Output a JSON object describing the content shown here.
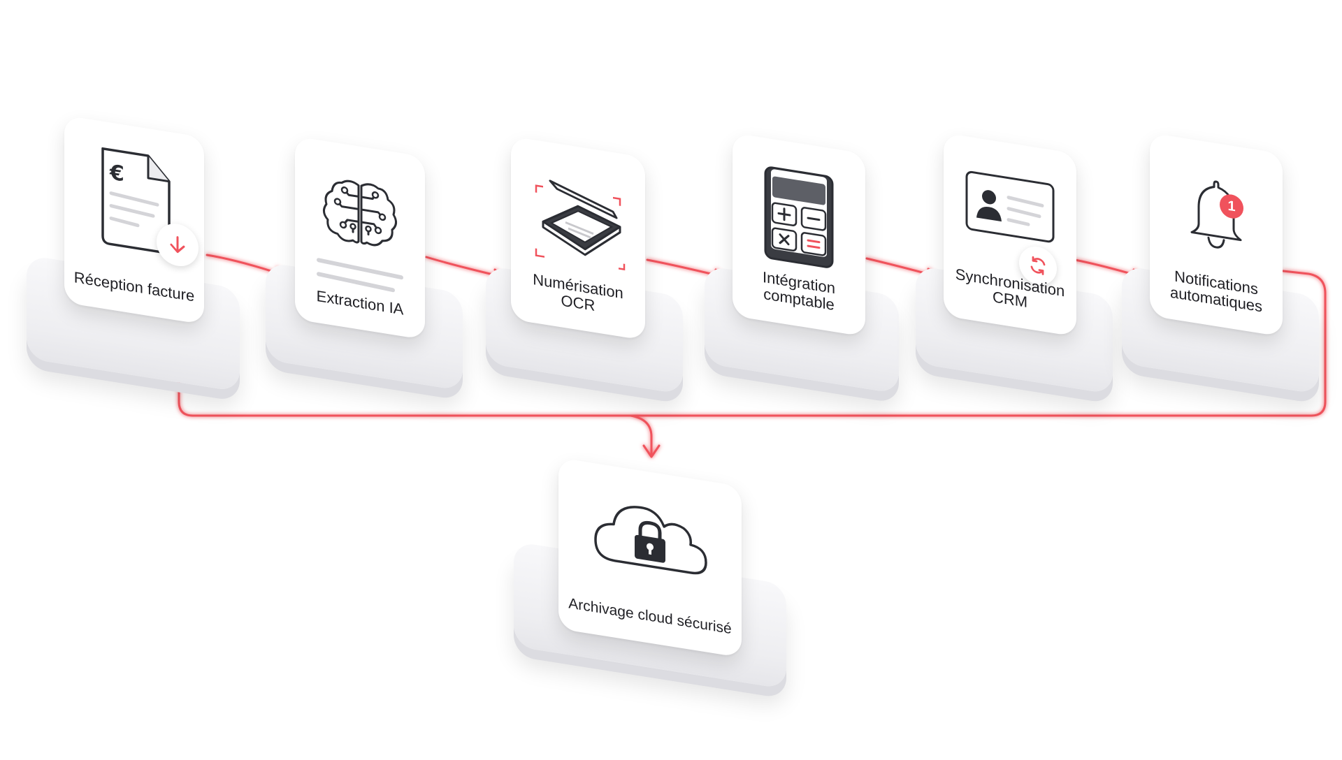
{
  "colors": {
    "flow_line": "#f0525c",
    "icon_stroke": "#2b2d33",
    "muted_line": "#d4d4d8"
  },
  "steps": [
    {
      "label": "Réception facture",
      "icon": "invoice-document-icon"
    },
    {
      "label": "Extraction IA",
      "icon": "ai-brain-icon"
    },
    {
      "label": "Numérisation\nOCR",
      "icon": "scanner-icon"
    },
    {
      "label": "Intégration\ncomptable",
      "icon": "calculator-icon"
    },
    {
      "label": "Synchronisation\nCRM",
      "icon": "contact-card-icon"
    },
    {
      "label": "Notifications\nautomatiques",
      "icon": "bell-icon",
      "badge": "1"
    }
  ],
  "archive": {
    "label": "Archivage cloud sécurisé",
    "icon": "cloud-lock-icon"
  },
  "invoice_symbol": "€"
}
